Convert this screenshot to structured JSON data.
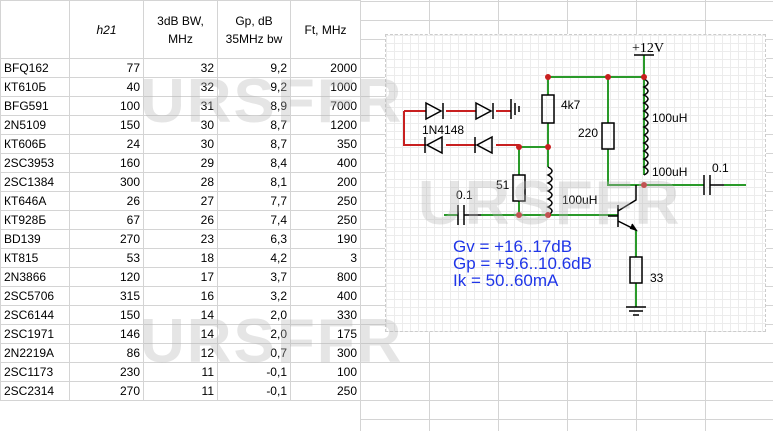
{
  "table": {
    "headers": [
      "",
      "h21",
      "3dB BW, MHz",
      "Gp, dB 35MHz bw",
      "Ft, MHz"
    ],
    "rows": [
      [
        "BFQ162",
        "77",
        "32",
        "9,2",
        "2000"
      ],
      [
        "КТ610Б",
        "40",
        "32",
        "9,2",
        "1000"
      ],
      [
        "BFG591",
        "100",
        "31",
        "8,9",
        "7000"
      ],
      [
        "2N5109",
        "150",
        "30",
        "8,7",
        "1200"
      ],
      [
        "КТ606Б",
        "24",
        "30",
        "8,7",
        "350"
      ],
      [
        "2SC3953",
        "160",
        "29",
        "8,4",
        "400"
      ],
      [
        "2SC1384",
        "300",
        "28",
        "8,1",
        "200"
      ],
      [
        "КТ646А",
        "26",
        "27",
        "7,7",
        "250"
      ],
      [
        "КТ928Б",
        "67",
        "26",
        "7,4",
        "250"
      ],
      [
        "BD139",
        "270",
        "23",
        "6,3",
        "190"
      ],
      [
        "КТ815",
        "53",
        "18",
        "4,2",
        "3"
      ],
      [
        "2N3866",
        "120",
        "17",
        "3,7",
        "800"
      ],
      [
        "2SC5706",
        "315",
        "16",
        "3,2",
        "400"
      ],
      [
        "2SC6144",
        "150",
        "14",
        "2,0",
        "330"
      ],
      [
        "2SC1971",
        "146",
        "14",
        "2,0",
        "175"
      ],
      [
        "2N2219A",
        "86",
        "12",
        "0,7",
        "300"
      ],
      [
        "2SC1173",
        "230",
        "11",
        "-0,1",
        "100"
      ],
      [
        "2SC2314",
        "270",
        "11",
        "-0,1",
        "250"
      ]
    ]
  },
  "watermark": "URSFFR",
  "schematic": {
    "vcc": "+12V",
    "diode": "1N4148",
    "r_top": "4k7",
    "r_collector": "220",
    "l_top": "100uH",
    "l_bottom": "100uH",
    "l_input": "100uH",
    "r_input": "51",
    "c_in": "0.1",
    "c_out": "0.1",
    "r_emitter": "33",
    "specs": [
      "Gv = +16..17dB",
      "Gp = +9.6..10.6dB",
      "Ik = 50..60mA"
    ]
  },
  "colors": {
    "wire_green": "#2a9a2a",
    "wire_red": "#c82020",
    "spec_blue": "#1f35e8"
  }
}
